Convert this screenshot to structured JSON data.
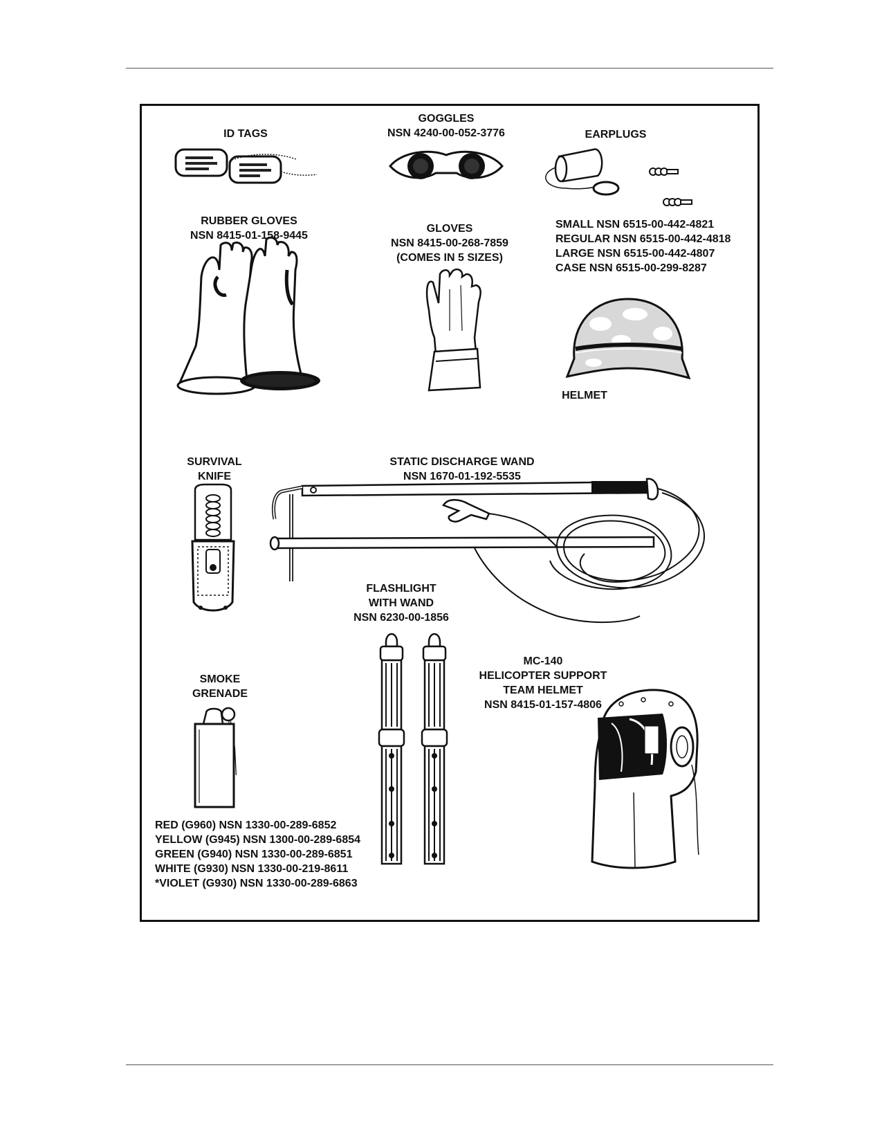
{
  "id_tags": {
    "title": "ID TAGS"
  },
  "goggles": {
    "title": "GOGGLES",
    "nsn": "NSN 4240-00-052-3776"
  },
  "earplugs": {
    "title": "EARPLUGS",
    "lines": [
      "SMALL NSN 6515-00-442-4821",
      "REGULAR NSN 6515-00-442-4818",
      "LARGE NSN 6515-00-442-4807",
      "CASE NSN 6515-00-299-8287"
    ]
  },
  "rubber_gloves": {
    "title": "RUBBER GLOVES",
    "nsn": "NSN 8415-01-158-9445"
  },
  "gloves": {
    "title": "GLOVES",
    "nsn": "NSN 8415-00-268-7859",
    "note": "(COMES IN 5 SIZES)"
  },
  "helmet": {
    "title": "HELMET"
  },
  "survival_knife": {
    "line1": "SURVIVAL",
    "line2": "KNIFE"
  },
  "static_wand": {
    "title": "STATIC DISCHARGE WAND",
    "nsn": "NSN 1670-01-192-5535"
  },
  "flashlight": {
    "line1": "FLASHLIGHT",
    "line2": "WITH WAND",
    "nsn": "NSN 6230-00-1856"
  },
  "mc140": {
    "line1": "MC-140",
    "line2": "HELICOPTER SUPPORT",
    "line3": "TEAM HELMET",
    "nsn": "NSN 8415-01-157-4806"
  },
  "smoke_grenade": {
    "line1": "SMOKE",
    "line2": "GRENADE",
    "variants": [
      "RED (G960) NSN 1330-00-289-6852",
      "YELLOW (G945) NSN 1300-00-289-6854",
      "GREEN (G940) NSN 1330-00-289-6851",
      "WHITE (G930) NSN 1330-00-219-8611",
      "*VIOLET (G930) NSN 1330-00-289-6863"
    ]
  }
}
